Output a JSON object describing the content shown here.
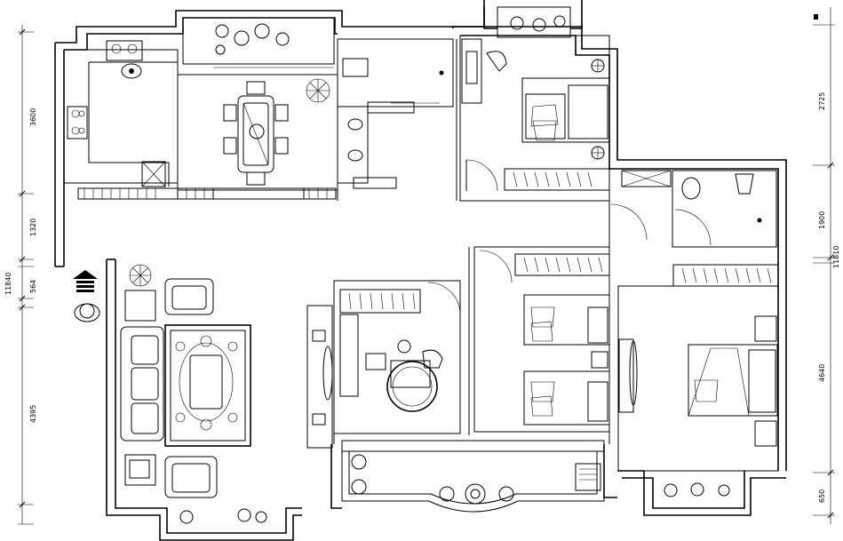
{
  "dimensions_left": [
    "3600",
    "1320",
    "564",
    "4395",
    "11840"
  ],
  "dimensions_right": [
    "2725",
    "1900",
    "11810",
    "4640",
    "650"
  ]
}
